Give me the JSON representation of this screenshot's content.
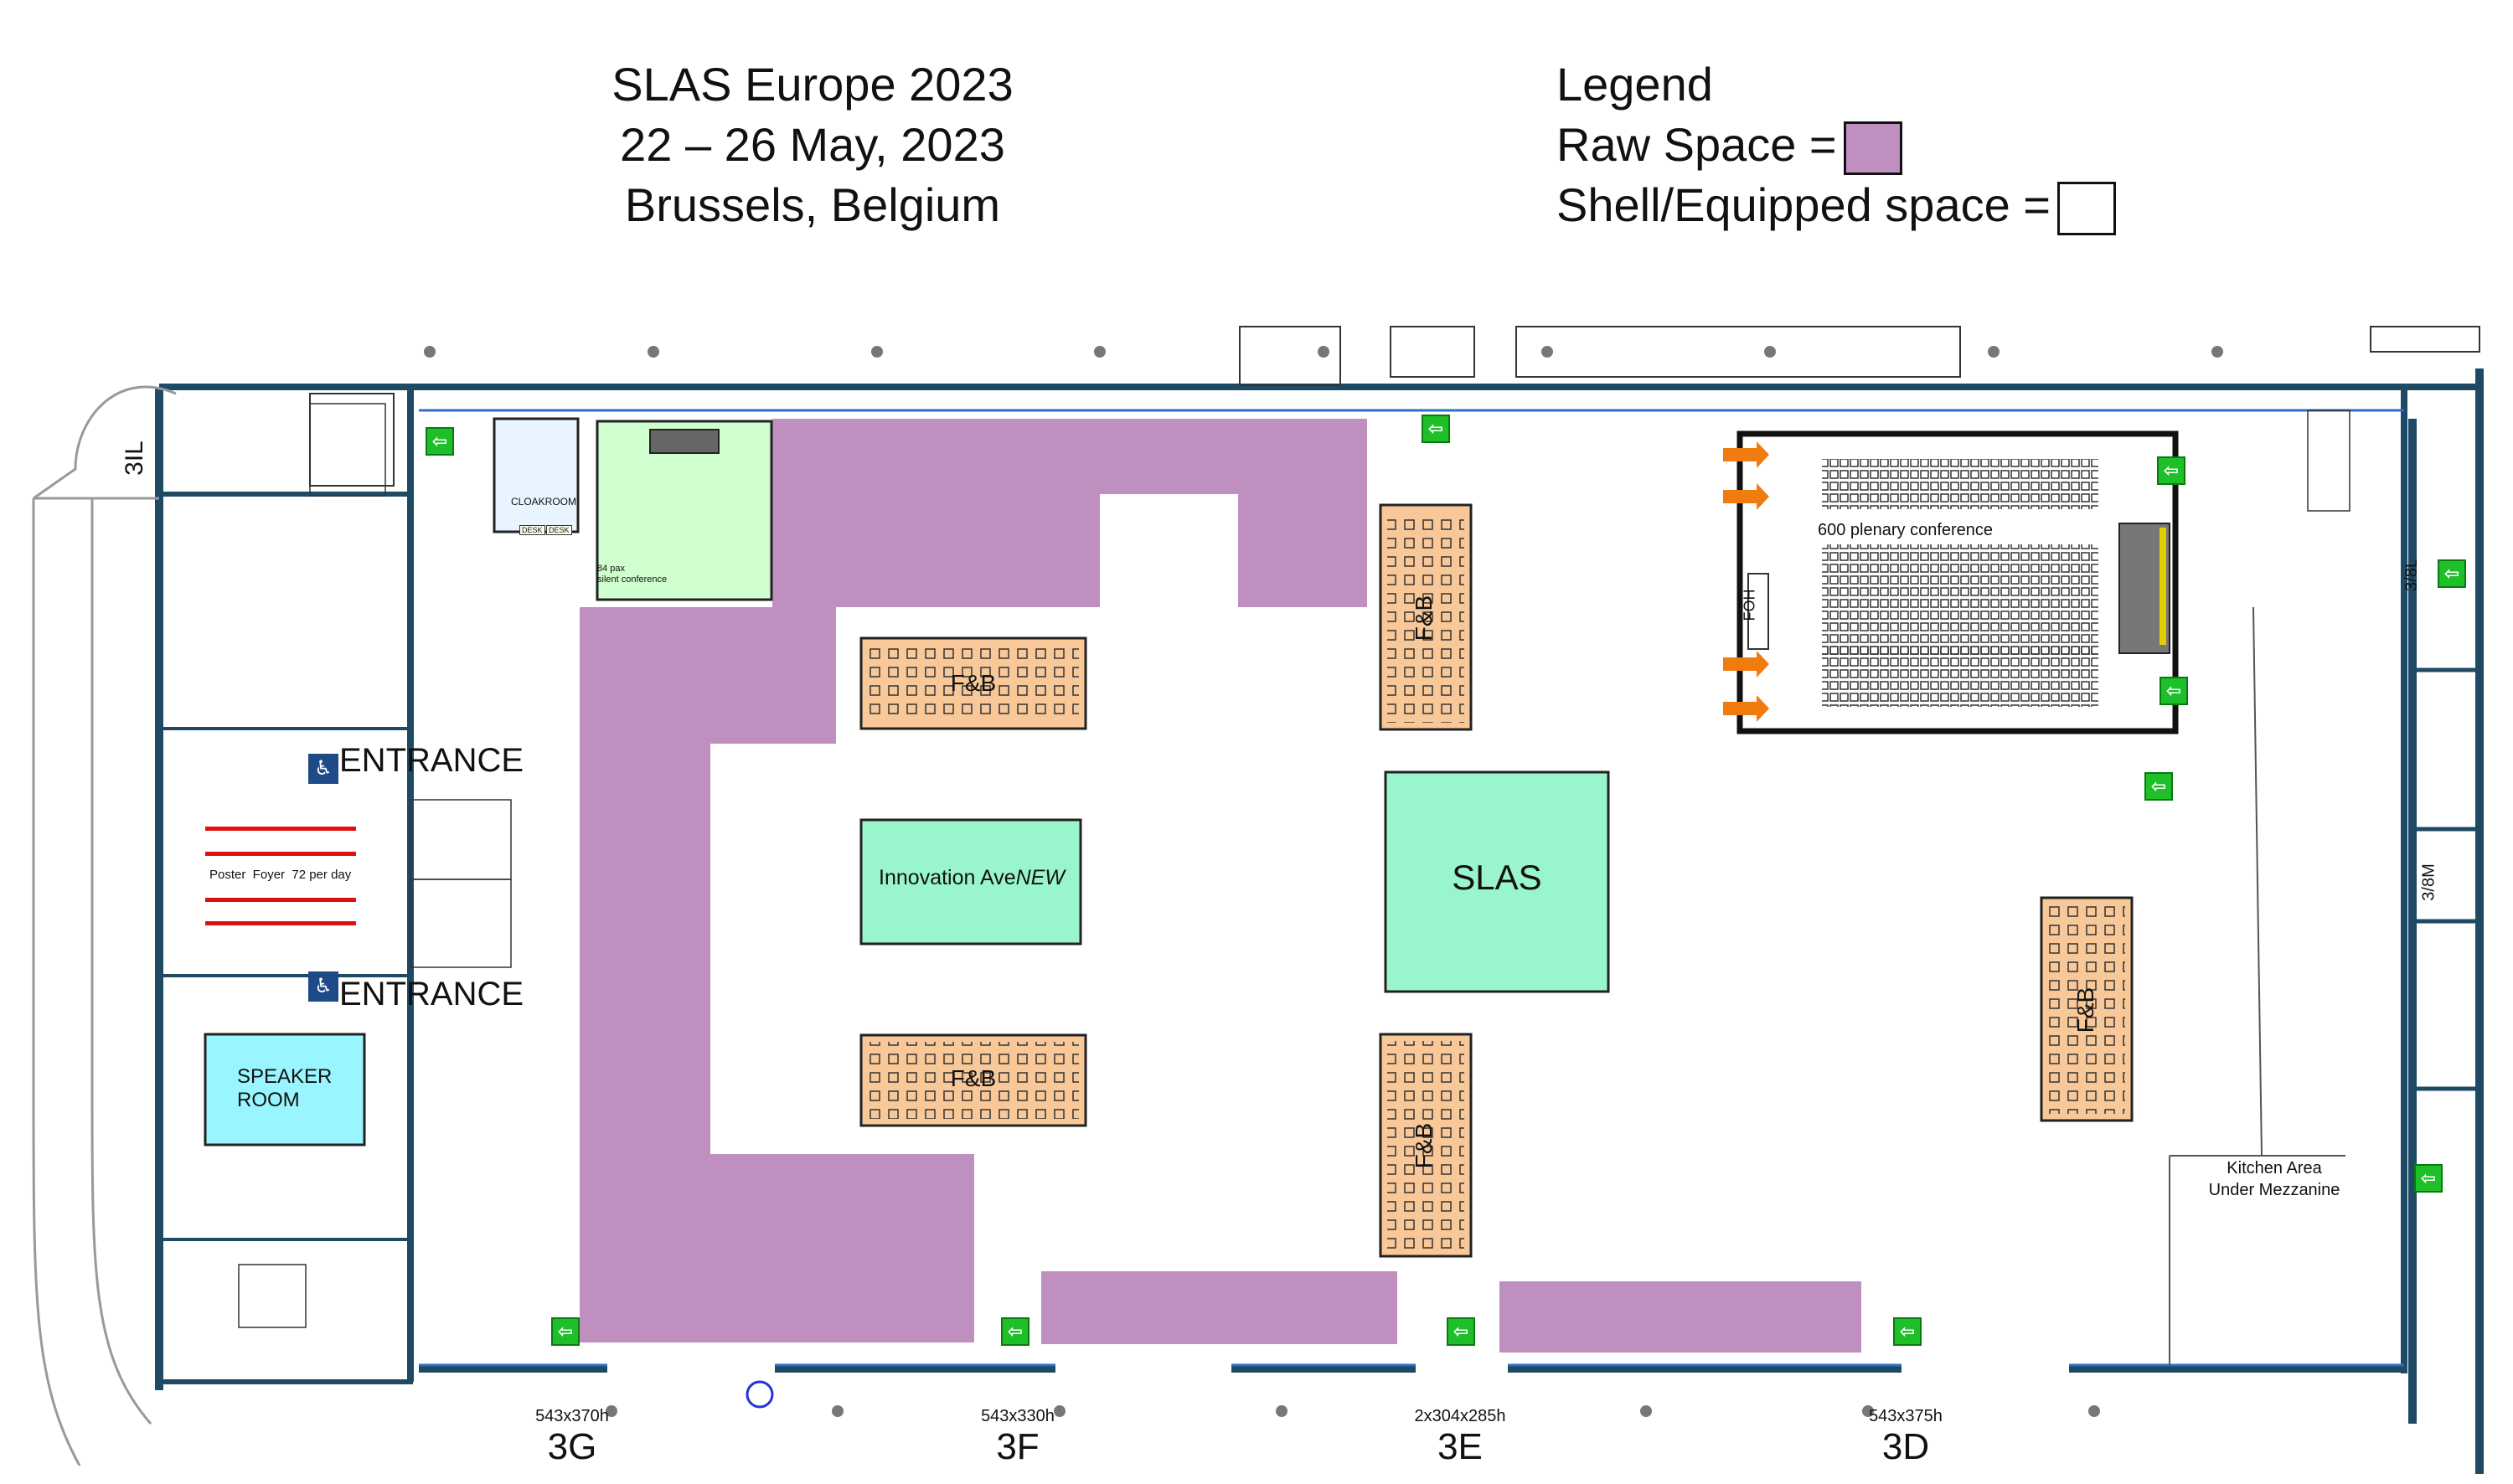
{
  "header": {
    "title_line1": "SLAS Europe 2023",
    "title_line2": "22 – 26 May, 2023",
    "title_line3": "Brussels, Belgium"
  },
  "legend": {
    "title": "Legend",
    "raw_label": "Raw Space =",
    "shell_label": "Shell/Equipped space =",
    "raw_color": "#bf8fc0",
    "shell_color": "#ffffff"
  },
  "areas": {
    "entrance_top": "ENTRANCE",
    "entrance_bottom": "ENTRANCE",
    "poster_foyer": "Poster  Foyer  72 per day",
    "speaker_room_1": "SPEAKER",
    "speaker_room_2": "ROOM",
    "cloakroom": "CLOAKROOM",
    "desk1": "DESK",
    "desk2": "DESK",
    "silent_conf_1": "84 pax",
    "silent_conf_2": "silent conference",
    "plenary": "600 plenary conference",
    "foh": "FOH",
    "innovation_main": "Innovation Ave",
    "innovation_new": "NEW",
    "slas": "SLAS",
    "fb": "F&B",
    "kitchen_1": "Kitchen Area",
    "kitchen_2": "Under Mezzanine",
    "hall_3il": "3IL",
    "hall_38l": "3/8L",
    "hall_38m": "3/8M"
  },
  "doors": [
    {
      "dims": "543x370h",
      "name": "3G"
    },
    {
      "dims": "543x330h",
      "name": "3F"
    },
    {
      "dims": "2x304x285h",
      "name": "3E"
    },
    {
      "dims": "543x375h",
      "name": "3D"
    }
  ],
  "colors": {
    "raw_space": "#bf8fc0",
    "fb": "#f8c898",
    "booth_green": "#99f5cc",
    "speaker_room": "#99f5ff",
    "silent_conf": "#cfffcf",
    "wall": "#1e4a66",
    "exit_sign": "#1fbf2a",
    "stage": "#777777"
  }
}
